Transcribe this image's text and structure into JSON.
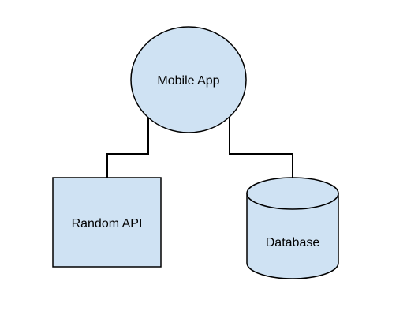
{
  "nodes": {
    "mobile_app": {
      "label": "Mobile App",
      "shape": "ellipse"
    },
    "random_api": {
      "label": "Random API",
      "shape": "rectangle"
    },
    "database": {
      "label": "Database",
      "shape": "cylinder"
    }
  },
  "connections": [
    {
      "from": "Mobile App",
      "to": "Random API"
    },
    {
      "from": "Mobile App",
      "to": "Database"
    }
  ],
  "colors": {
    "node_fill": "#cfe2f3",
    "stroke": "#000000",
    "text": "#000000",
    "background": "#ffffff"
  }
}
